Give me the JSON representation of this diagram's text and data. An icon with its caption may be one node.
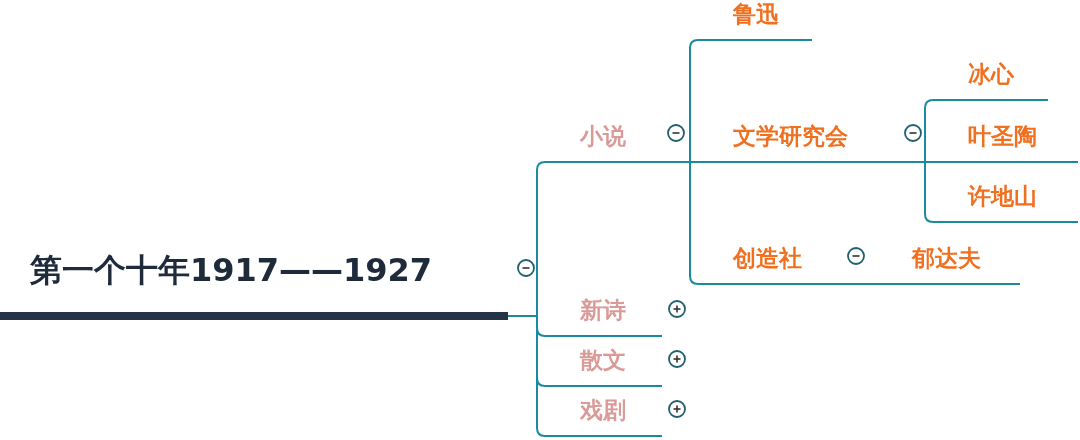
{
  "diagram": {
    "nodes": [
      {
        "text": [
          "第一个十年1917——1927"
        ]
      },
      {
        "text": [
          "小说"
        ]
      },
      {
        "text": [
          "鲁迅"
        ]
      },
      {
        "text": [
          "文学研究会"
        ]
      },
      {
        "text": [
          "冰心"
        ]
      },
      {
        "text": [
          "叶圣陶"
        ]
      },
      {
        "text": [
          "许地山"
        ]
      },
      {
        "text": [
          "创造社"
        ]
      },
      {
        "text": [
          "郁达夫"
        ]
      },
      {
        "text": [
          "新诗"
        ]
      },
      {
        "text": [
          "散文"
        ]
      },
      {
        "text": [
          "戏剧"
        ]
      }
    ],
    "edges": [
      {
        "from": 0,
        "to": 1,
        "arrow": "none"
      },
      {
        "from": 1,
        "to": 2,
        "arrow": "none"
      },
      {
        "from": 1,
        "to": 3,
        "arrow": "none"
      },
      {
        "from": 3,
        "to": 4,
        "arrow": "none"
      },
      {
        "from": 3,
        "to": 5,
        "arrow": "none"
      },
      {
        "from": 3,
        "to": 6,
        "arrow": "none"
      },
      {
        "from": 1,
        "to": 7,
        "arrow": "none"
      },
      {
        "from": 7,
        "to": 8,
        "arrow": "none"
      },
      {
        "from": 0,
        "to": 9,
        "arrow": "none"
      },
      {
        "from": 0,
        "to": 10,
        "arrow": "none"
      },
      {
        "from": 0,
        "to": 11,
        "arrow": "none"
      }
    ]
  }
}
